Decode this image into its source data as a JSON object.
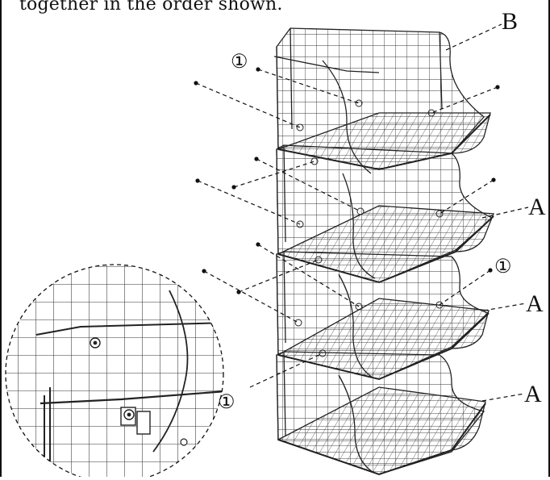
{
  "instruction_text": "together in the order shown.",
  "labels": {
    "top_basket": "B",
    "basket_2": "A",
    "basket_3": "A",
    "basket_4": "A"
  },
  "callouts": {
    "screw_top": "①",
    "screw_right": "①",
    "screw_detail": "①"
  }
}
